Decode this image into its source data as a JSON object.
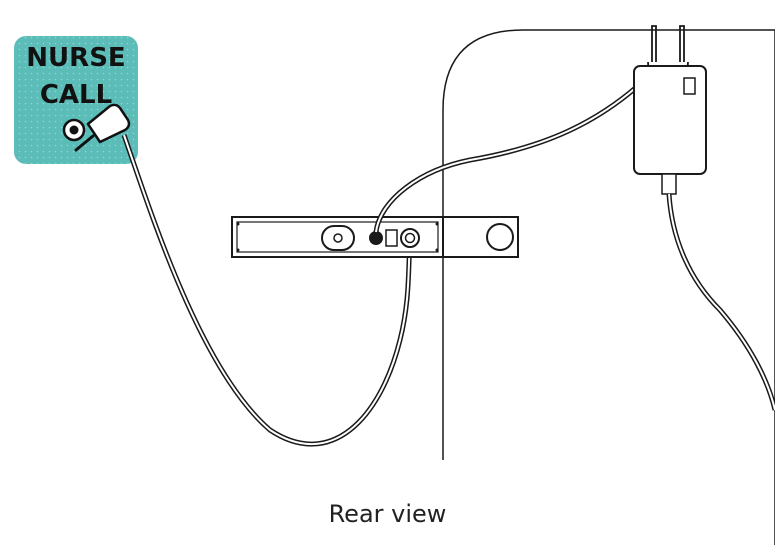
{
  "badge": {
    "line1": "NURSE",
    "line2": "CALL",
    "color": "#5bbcb8"
  },
  "caption": "Rear view",
  "colors": {
    "stroke": "#1a1a1a",
    "background": "#ffffff"
  }
}
